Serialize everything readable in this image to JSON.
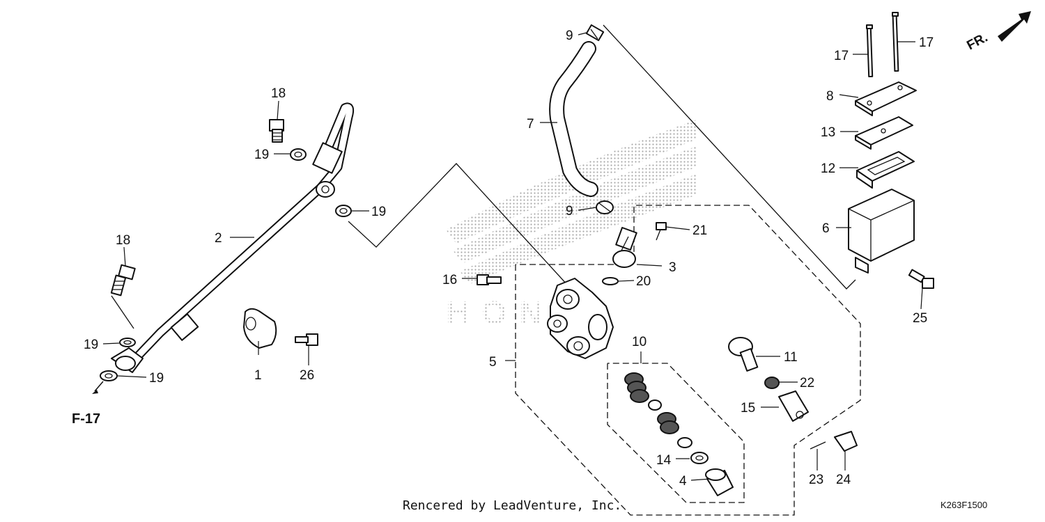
{
  "diagram": {
    "callouts": [
      {
        "id": "callout-1",
        "text": "1"
      },
      {
        "id": "callout-2",
        "text": "2"
      },
      {
        "id": "callout-3",
        "text": "3"
      },
      {
        "id": "callout-4",
        "text": "4"
      },
      {
        "id": "callout-5",
        "text": "5"
      },
      {
        "id": "callout-6",
        "text": "6"
      },
      {
        "id": "callout-7",
        "text": "7"
      },
      {
        "id": "callout-8",
        "text": "8"
      },
      {
        "id": "callout-9a",
        "text": "9"
      },
      {
        "id": "callout-9b",
        "text": "9"
      },
      {
        "id": "callout-10",
        "text": "10"
      },
      {
        "id": "callout-11",
        "text": "11"
      },
      {
        "id": "callout-12",
        "text": "12"
      },
      {
        "id": "callout-13",
        "text": "13"
      },
      {
        "id": "callout-14",
        "text": "14"
      },
      {
        "id": "callout-15",
        "text": "15"
      },
      {
        "id": "callout-16",
        "text": "16"
      },
      {
        "id": "callout-17a",
        "text": "17"
      },
      {
        "id": "callout-17b",
        "text": "17"
      },
      {
        "id": "callout-18a",
        "text": "18"
      },
      {
        "id": "callout-18b",
        "text": "18"
      },
      {
        "id": "callout-19a",
        "text": "19"
      },
      {
        "id": "callout-19b",
        "text": "19"
      },
      {
        "id": "callout-19c",
        "text": "19"
      },
      {
        "id": "callout-19d",
        "text": "19"
      },
      {
        "id": "callout-20",
        "text": "20"
      },
      {
        "id": "callout-21",
        "text": "21"
      },
      {
        "id": "callout-22",
        "text": "22"
      },
      {
        "id": "callout-23",
        "text": "23"
      },
      {
        "id": "callout-24",
        "text": "24"
      },
      {
        "id": "callout-25",
        "text": "25"
      },
      {
        "id": "callout-26",
        "text": "26"
      }
    ],
    "section_ref": "F-17",
    "front_marker": "FR.",
    "credit": "Rencered by LeadVenture, Inc.",
    "diagram_code": "K263F1500"
  }
}
